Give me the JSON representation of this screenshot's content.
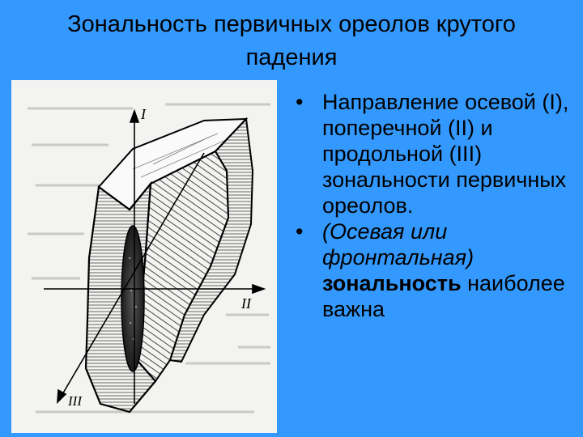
{
  "slide": {
    "title_line1": "Зональность первичных ореолов крутого",
    "title_line2": "падения",
    "background_color": "#3399FF",
    "bullets": [
      {
        "text": "Направление осевой (I), поперечной (II) и продольной (III) зональности первичных ореолов."
      },
      {
        "italic_text": "(Осевая или фронтальная)",
        "bold_text": "зональность",
        "plain_text": "наиболее важна"
      }
    ]
  },
  "figure": {
    "axis_labels": {
      "axial": "I",
      "transverse": "II",
      "longitudinal": "III"
    }
  }
}
